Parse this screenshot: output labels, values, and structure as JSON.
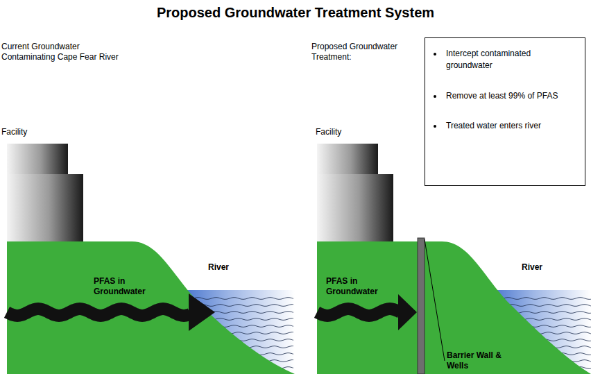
{
  "diagram": {
    "title": "Proposed Groundwater Treatment System",
    "nodes": [
      {
        "text": [
          "Intercept contaminated groundwater",
          "Remove at least 99% of PFAS",
          "Treated water enters river"
        ]
      }
    ],
    "labels": [
      "Current Groundwater Contaminating Cape Fear River",
      "Facility",
      "PFAS in Groundwater",
      "River",
      "Proposed Groundwater Treatment:",
      "Facility",
      "Barrier Wall & Wells",
      "PFAS in Groundwater",
      "River"
    ]
  }
}
